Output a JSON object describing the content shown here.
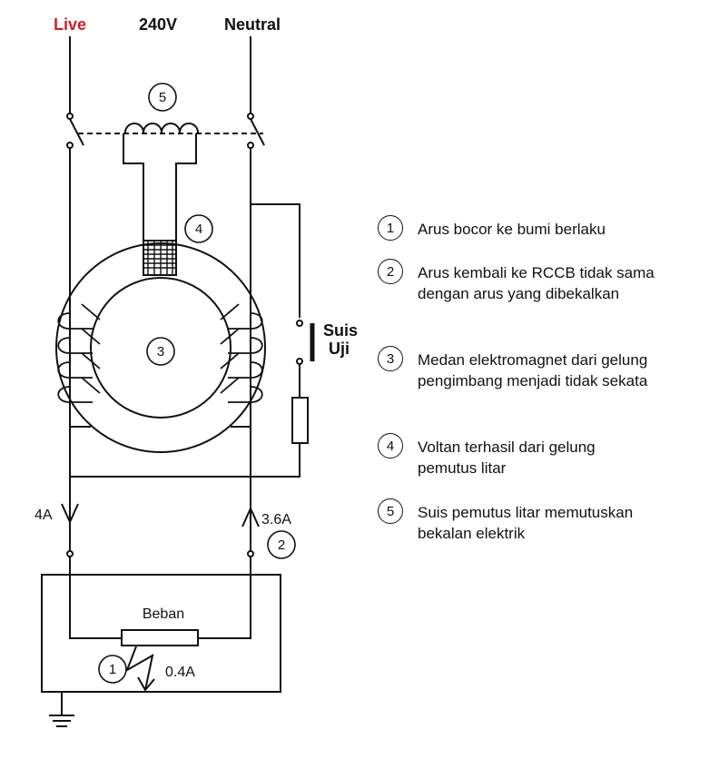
{
  "supply": {
    "live": "Live",
    "voltage": "240V",
    "neutral": "Neutral"
  },
  "markers": {
    "m1": "1",
    "m2": "2",
    "m3": "3",
    "m4": "4",
    "m5": "5"
  },
  "test_switch": {
    "line1": "Suis",
    "line2": "Uji"
  },
  "currents": {
    "live": "4A",
    "neutral": "3.6A",
    "leak": "0.4A"
  },
  "load_label": "Beban",
  "legend": [
    {
      "num": "1",
      "text": "Arus bocor ke bumi berlaku"
    },
    {
      "num": "2",
      "text": "Arus kembali ke RCCB tidak sama dengan arus yang dibekalkan"
    },
    {
      "num": "3",
      "text": "Medan elektromagnet dari gelung pengimbang menjadi tidak sekata"
    },
    {
      "num": "4",
      "text": "Voltan terhasil dari gelung pemutus litar"
    },
    {
      "num": "5",
      "text": "Suis pemutus litar memutuskan bekalan elektrik"
    }
  ],
  "colors": {
    "live": "#cc2222",
    "ink": "#111111"
  }
}
